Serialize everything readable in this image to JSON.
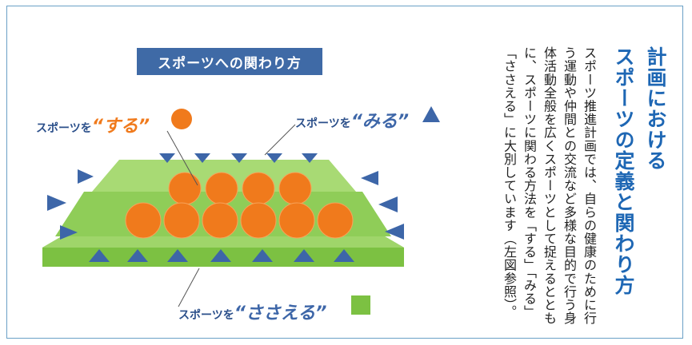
{
  "diagram": {
    "title": "スポーツへの関わり方",
    "suru_prefix": "スポーツを",
    "suru_word": "“する”",
    "miru_prefix": "スポーツを",
    "miru_word": "“みる”",
    "sasaeru_prefix": "スポーツを",
    "sasaeru_word": "“ささえる”"
  },
  "article": {
    "heading_line1": "計画における",
    "heading_line2": "スポーツの定義と関わり方",
    "body": "スポーツ推進計画では、自らの健康のために行う運動や仲間との交流など多様な目的で行う身体活動全般を広くスポーツとして捉えるとともに、スポーツに関わる方法を「する」「みる」「ささえる」に大別しています（左図参照）。"
  },
  "colors": {
    "accent_blue": "#1e67b4",
    "title_bg": "#3f6aa6",
    "suru_orange": "#f07a1c",
    "miru_blue": "#3d66a8",
    "sasaeru_green": "#7cc142"
  }
}
